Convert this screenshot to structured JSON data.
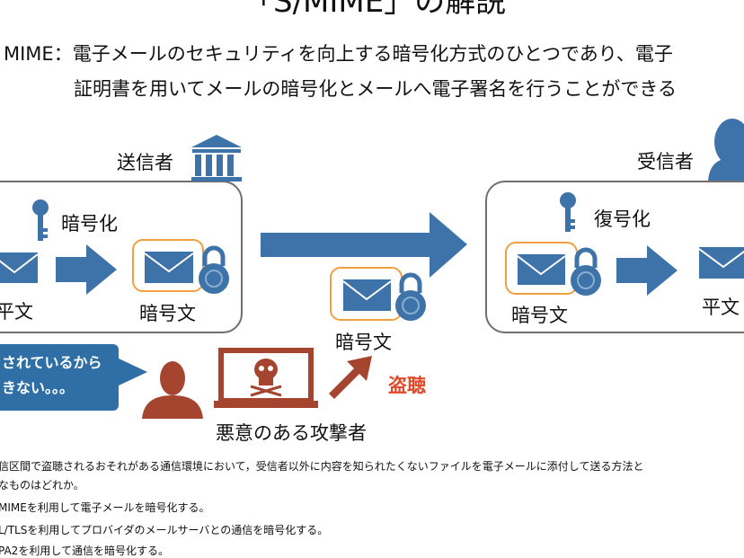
{
  "title": "「S/MIME」の解説",
  "definition": {
    "line1": "MIME：電子メールのセキュリティを向上する暗号化方式のひとつであり、電子",
    "line2": "証明書を用いてメールの暗号化とメールへ電子署名を行うことができる"
  },
  "sender": {
    "label": "送信者",
    "plaintext": "平文",
    "encrypt": "暗号化",
    "ciphertext": "暗号文"
  },
  "transit": {
    "ciphertext": "暗号文"
  },
  "receiver": {
    "label": "受信者",
    "decrypt": "復号化",
    "ciphertext": "暗号文",
    "plaintext": "平文"
  },
  "attacker": {
    "bubble_line1": "されているから",
    "bubble_line2": "きない。。。",
    "label": "悪意のある攻撃者",
    "eavesdrop": "盗聴"
  },
  "question": {
    "line1": "信区間で盗聴されるおそれがある通信環境において，受信者以外に内容を知られたくないファイルを電子メールに添付して送る方法と",
    "line2": "なものはどれか。",
    "options": [
      "MIMEを利用して電子メールを暗号化する。",
      "L/TLSを利用してプロバイダのメールサーバとの通信を暗号化する。",
      "PA2を利用して通信を暗号化する。"
    ]
  },
  "colors": {
    "blue": "#3d73a8",
    "orange": "#f0a040",
    "brown": "#a5452f",
    "red": "#e04a2a"
  }
}
